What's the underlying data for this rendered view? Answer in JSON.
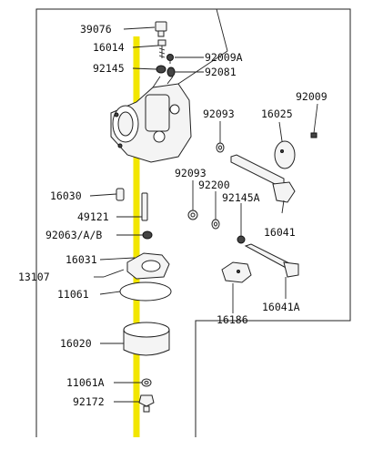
{
  "labels": {
    "p39076": "39076",
    "p16014": "16014",
    "p92009a": "92009A",
    "p92145": "92145",
    "p92081": "92081",
    "p92009": "92009",
    "p92093a": "92093",
    "p16025": "16025",
    "p92093b": "92093",
    "p92200": "92200",
    "p16030": "16030",
    "p92145a": "92145A",
    "p49121": "49121",
    "p16041": "16041",
    "p92063": "92063/A/B",
    "p16031": "16031",
    "p13107": "13107",
    "p11061": "11061",
    "p16186": "16186",
    "p16041a": "16041A",
    "p16020": "16020",
    "p11061a": "11061A",
    "p92172": "92172"
  },
  "colors": {
    "highlight": "#f2e600",
    "line": "#222222"
  }
}
